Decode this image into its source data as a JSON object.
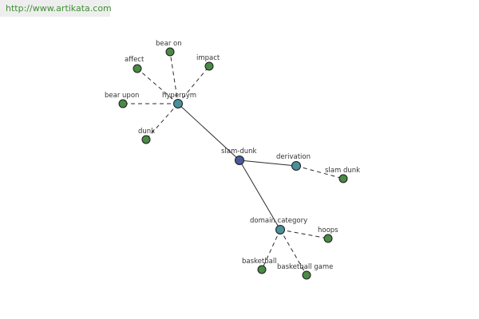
{
  "watermark": "http://www.artikata.com",
  "colors": {
    "root": "#4a5a99",
    "category": "#4a8f9a",
    "leaf": "#4a8a45"
  },
  "nodes": [
    {
      "id": "slam-dunk",
      "label": "slam-dunk",
      "kind": "root"
    },
    {
      "id": "hypernym",
      "label": "hypernym",
      "kind": "category"
    },
    {
      "id": "derivation",
      "label": "derivation",
      "kind": "category"
    },
    {
      "id": "domain-category",
      "label": "domain category",
      "kind": "category"
    },
    {
      "id": "bear-on",
      "label": "bear on",
      "kind": "leaf"
    },
    {
      "id": "affect",
      "label": "affect",
      "kind": "leaf"
    },
    {
      "id": "impact",
      "label": "impact",
      "kind": "leaf"
    },
    {
      "id": "bear-upon",
      "label": "bear upon",
      "kind": "leaf"
    },
    {
      "id": "dunk",
      "label": "dunk",
      "kind": "leaf"
    },
    {
      "id": "slam-dunk-leaf",
      "label": "slam dunk",
      "kind": "leaf"
    },
    {
      "id": "hoops",
      "label": "hoops",
      "kind": "leaf"
    },
    {
      "id": "basketball",
      "label": "basketball",
      "kind": "leaf"
    },
    {
      "id": "basketball-game",
      "label": "basketball game",
      "kind": "leaf"
    }
  ],
  "edges": [
    {
      "from": "slam-dunk",
      "to": "hypernym",
      "style": "solid"
    },
    {
      "from": "slam-dunk",
      "to": "derivation",
      "style": "solid"
    },
    {
      "from": "slam-dunk",
      "to": "domain-category",
      "style": "solid"
    },
    {
      "from": "hypernym",
      "to": "bear-on",
      "style": "dashed"
    },
    {
      "from": "hypernym",
      "to": "affect",
      "style": "dashed"
    },
    {
      "from": "hypernym",
      "to": "impact",
      "style": "dashed"
    },
    {
      "from": "hypernym",
      "to": "bear-upon",
      "style": "dashed"
    },
    {
      "from": "hypernym",
      "to": "dunk",
      "style": "dashed"
    },
    {
      "from": "derivation",
      "to": "slam-dunk-leaf",
      "style": "dashed"
    },
    {
      "from": "domain-category",
      "to": "hoops",
      "style": "dashed"
    },
    {
      "from": "domain-category",
      "to": "basketball",
      "style": "dashed"
    },
    {
      "from": "domain-category",
      "to": "basketball-game",
      "style": "dashed"
    }
  ]
}
